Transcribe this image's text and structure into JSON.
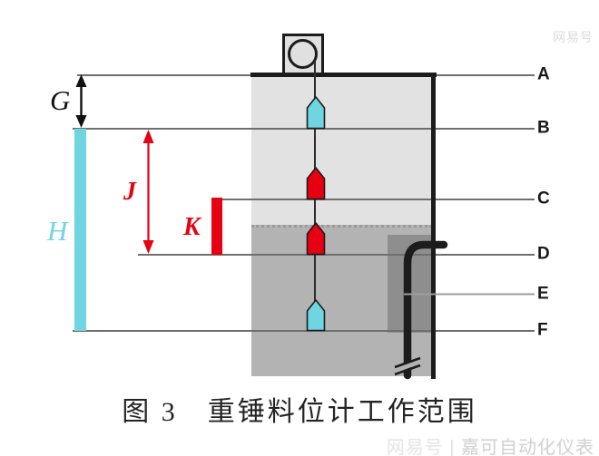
{
  "figure": {
    "caption": "图 3　重锤料位计工作范围"
  },
  "watermarks": {
    "top_right": "网易号",
    "bottom_right_site": "网易号 |",
    "bottom_right_author": " 嘉可自动化仪表"
  },
  "reference_lines": [
    "A",
    "B",
    "C",
    "D",
    "E",
    "F"
  ],
  "dimension_labels": {
    "gap": "G",
    "total_height": "H",
    "measuring_span": "J",
    "dead_band": "K"
  },
  "colors": {
    "cyan": "#6fd5e0",
    "red": "#e60012",
    "tank_fill": "#e2e2e2",
    "material_fill": "#b3b3b3",
    "inner_shadow": "#8e8e8e",
    "line_gray": "#6f6f6f"
  }
}
